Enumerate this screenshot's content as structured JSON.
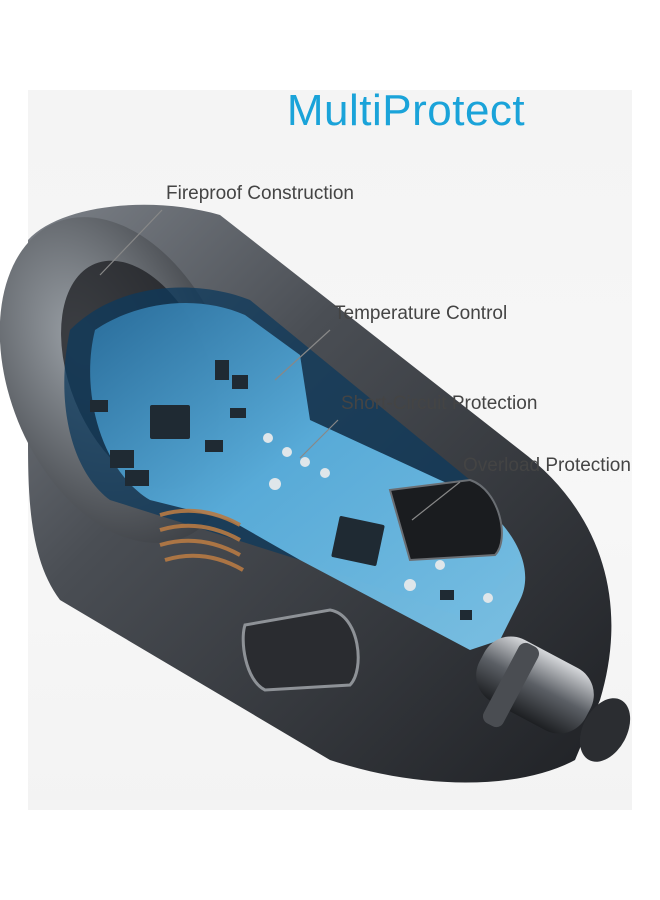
{
  "heading": {
    "text": "MultiProtect",
    "color": "#1aa3d9"
  },
  "callouts": [
    {
      "id": "fireproof",
      "text": "Fireproof Construction"
    },
    {
      "id": "temperature",
      "text": "Temperature Control"
    },
    {
      "id": "short-circuit",
      "text": "Short-Circuit Protection"
    },
    {
      "id": "overload",
      "text": "Overload Protection"
    }
  ],
  "product": {
    "body_color": "#3a3d42",
    "pcb_color": "#5bb0de"
  }
}
